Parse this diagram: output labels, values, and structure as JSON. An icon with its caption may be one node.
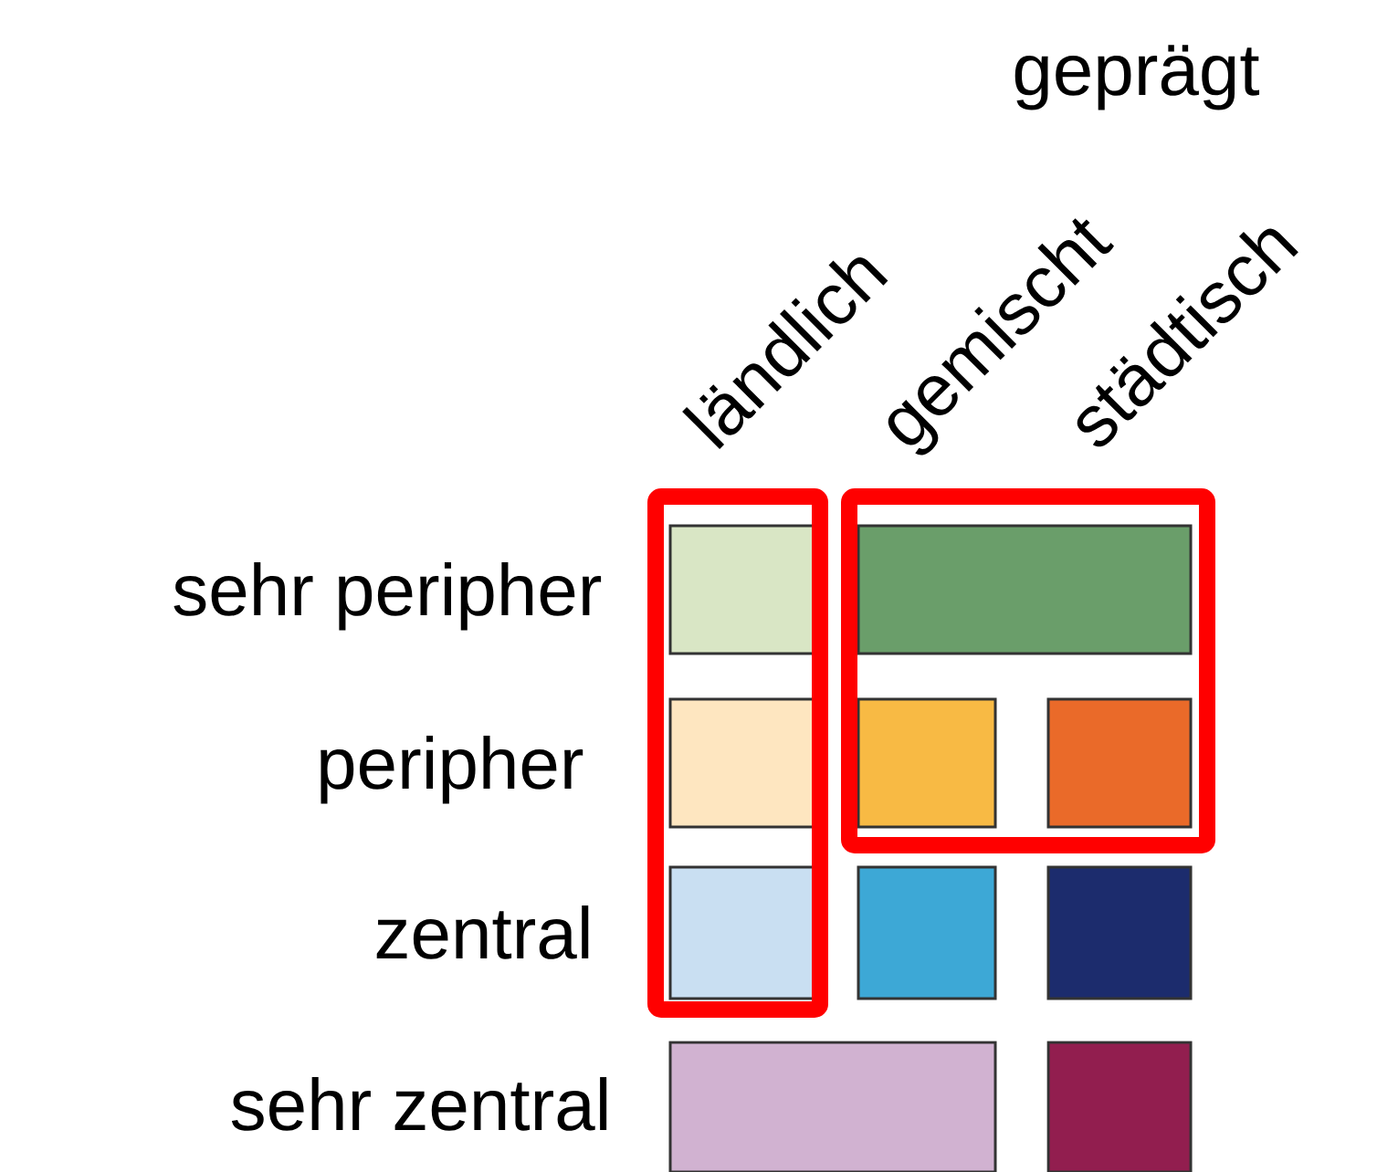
{
  "diagram": {
    "nodes": [
      {
        "text": [],
        "shape": "box"
      },
      {
        "text": [],
        "shape": "box",
        "in": 0
      },
      {
        "text": [],
        "shape": "box"
      },
      {
        "text": [],
        "shape": "box",
        "in": 2
      },
      {
        "text": [],
        "shape": "box",
        "in": 0
      },
      {
        "text": [],
        "shape": "box",
        "in": 2
      },
      {
        "text": [],
        "shape": "box",
        "in": 2
      },
      {
        "text": [],
        "shape": "box",
        "in": 0
      },
      {
        "text": [],
        "shape": "box"
      },
      {
        "text": [],
        "shape": "box"
      },
      {
        "text": [],
        "shape": "box"
      },
      {
        "text": [],
        "shape": "box"
      }
    ],
    "labels": [
      "geprägt",
      "ländlich",
      "gemischt",
      "städtisch",
      "sehr peripher",
      "peripher",
      "zentral",
      "sehr zentral"
    ]
  }
}
